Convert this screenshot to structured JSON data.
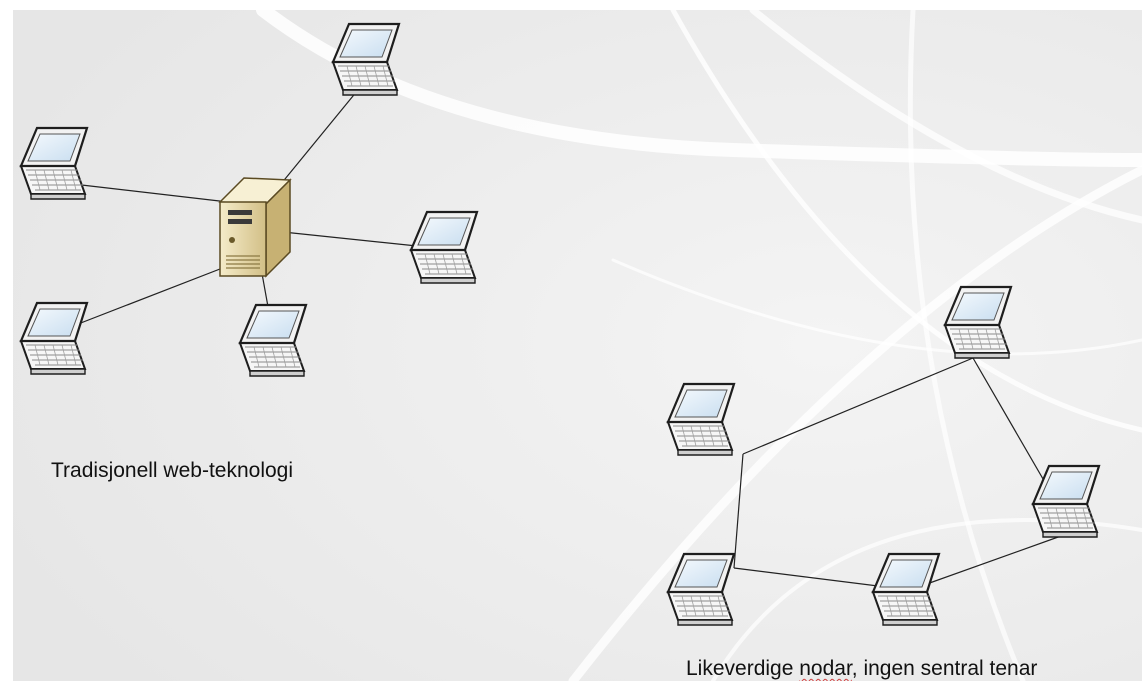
{
  "captions": {
    "traditional": "Tradisjonell web-teknologi",
    "p2p_part1": "Likeverdige ",
    "p2p_misspelled": "nodar",
    "p2p_part2": ", ingen sentral tenar"
  },
  "icons": {
    "server": "server-tower-icon",
    "client": "laptop-icon"
  },
  "colors": {
    "background": "#ebebeb",
    "connection_line": "#222222",
    "server_body": "#e6d7a6",
    "laptop_screen": "#dcecf8",
    "spellcheck_underline": "#d04040"
  }
}
